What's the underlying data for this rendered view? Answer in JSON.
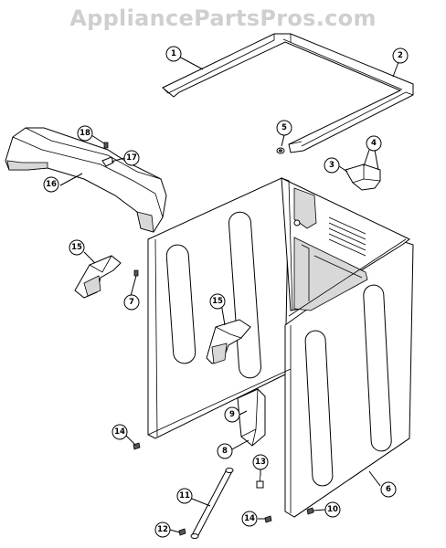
{
  "watermark": "AppliancePartsPros.com",
  "callouts": [
    {
      "id": "c1",
      "label": "1"
    },
    {
      "id": "c2",
      "label": "2"
    },
    {
      "id": "c3",
      "label": "3"
    },
    {
      "id": "c4",
      "label": "4"
    },
    {
      "id": "c5",
      "label": "5"
    },
    {
      "id": "c6",
      "label": "6"
    },
    {
      "id": "c7",
      "label": "7"
    },
    {
      "id": "c8",
      "label": "8"
    },
    {
      "id": "c9",
      "label": "9"
    },
    {
      "id": "c10",
      "label": "10"
    },
    {
      "id": "c11",
      "label": "11"
    },
    {
      "id": "c12",
      "label": "12"
    },
    {
      "id": "c13",
      "label": "13"
    },
    {
      "id": "c14a",
      "label": "14"
    },
    {
      "id": "c14b",
      "label": "14"
    },
    {
      "id": "c15a",
      "label": "15"
    },
    {
      "id": "c15b",
      "label": "15"
    },
    {
      "id": "c16",
      "label": "16"
    },
    {
      "id": "c17",
      "label": "17"
    },
    {
      "id": "c18",
      "label": "18"
    }
  ]
}
